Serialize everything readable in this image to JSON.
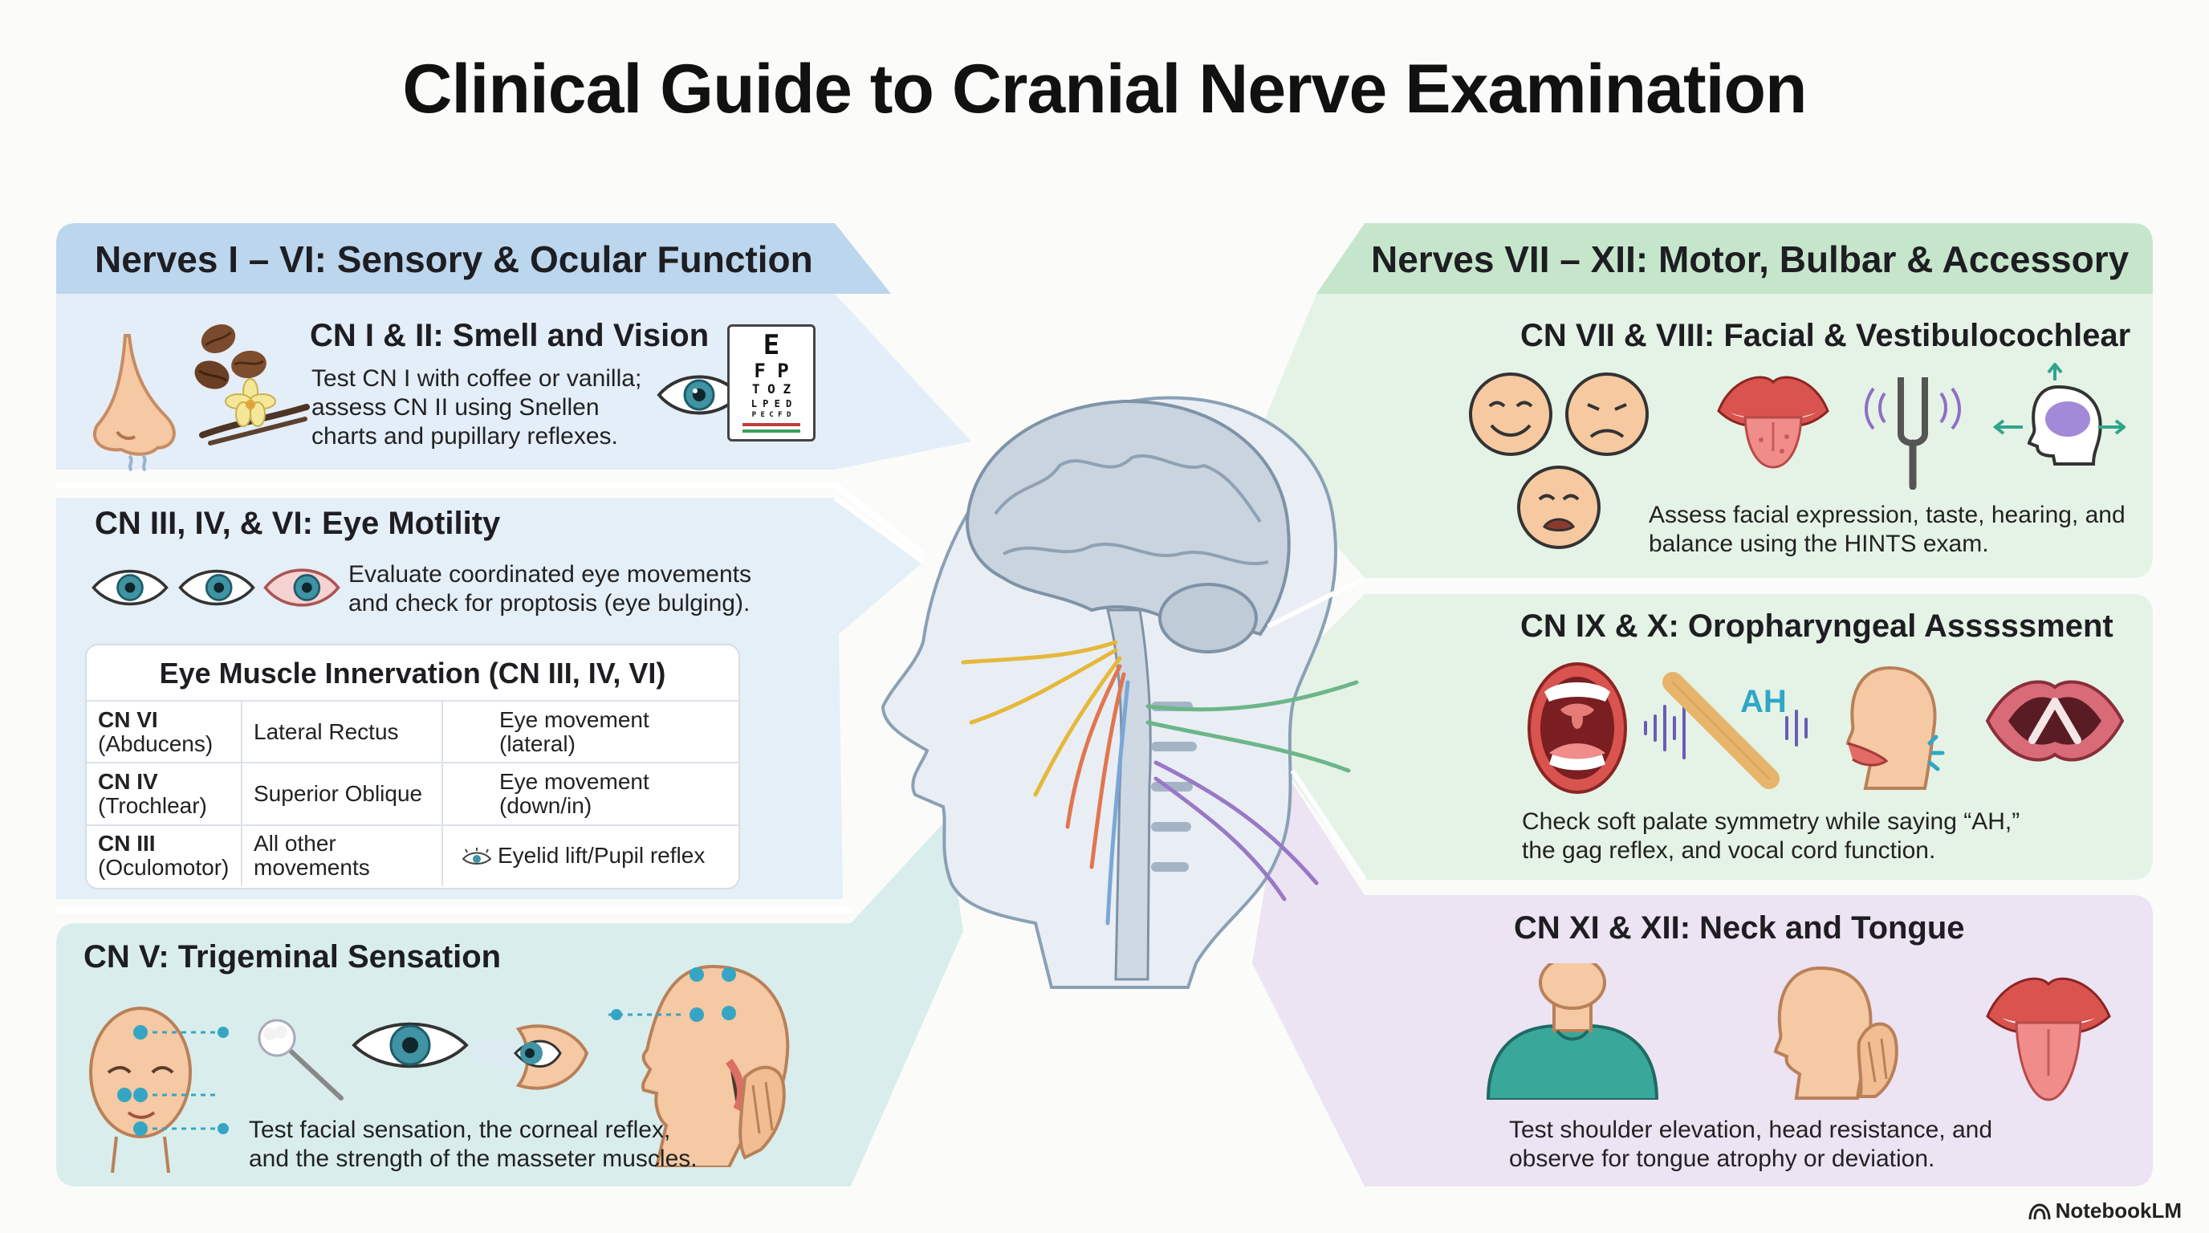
{
  "title": "Clinical Guide to Cranial Nerve Examination",
  "left_header": "Nerves I – VI: Sensory & Ocular Function",
  "right_header": "Nerves VII – XII: Motor, Bulbar & Accessory",
  "panels": {
    "smell_vision": {
      "title": "CN I & II: Smell and Vision",
      "lines": [
        "Test CN I with coffee or vanilla;",
        "assess CN II using Snellen",
        "charts and pupillary reflexes."
      ],
      "chart_letters": [
        "E",
        "F P",
        "T O Z",
        "L P E D",
        "P E C F D"
      ]
    },
    "eye_motility": {
      "title": "CN III, IV, & VI: Eye Motility",
      "lines": [
        "Evaluate coordinated eye movements",
        "and check for proptosis (eye bulging)."
      ]
    },
    "eye_table": {
      "title": "Eye Muscle Innervation (CN III, IV, VI)",
      "rows": [
        {
          "nerve": "CN VI",
          "name": "(Abducens)",
          "muscle": [
            "Lateral Rectus"
          ],
          "action": "Eye movement (lateral)"
        },
        {
          "nerve": "CN IV",
          "name": "(Trochlear)",
          "muscle": [
            "Superior Oblique"
          ],
          "action": "Eye movement (down/in)"
        },
        {
          "nerve": "CN III",
          "name": "(Oculomotor)",
          "muscle": [
            "All other",
            "movements"
          ],
          "action": "Eyelid lift/Pupil reflex"
        }
      ]
    },
    "trigeminal": {
      "title": "CN V: Trigeminal Sensation",
      "lines": [
        "Test facial sensation, the corneal reflex,",
        "and the strength of the masseter muscles."
      ]
    },
    "facial": {
      "title": "CN VII & VIII: Facial & Vestibulocochlear",
      "lines": [
        "Assess facial expression, taste, hearing, and",
        "balance using the HINTS exam."
      ]
    },
    "oropharyngeal": {
      "title": "CN IX & X: Oropharyngeal Asssssment",
      "ah_label": "AH",
      "lines": [
        "Check soft palate symmetry while saying “AH,”",
        "the gag reflex, and vocal cord function."
      ]
    },
    "neck_tongue": {
      "title": "CN XI & XII: Neck and Tongue",
      "lines": [
        "Test shoulder elevation, head resistance, and",
        "observe for tongue atrophy or deviation."
      ]
    }
  },
  "colors": {
    "blue_panel": "#e3eef9",
    "blue_header": "#bcd6ee",
    "teal_panel": "#d9eeec",
    "green_panel": "#e5f3e6",
    "green_header": "#c6e6cc",
    "purple_panel": "#ece3f3",
    "skin": "#f4c9a3"
  },
  "logo": "NotebookLM"
}
